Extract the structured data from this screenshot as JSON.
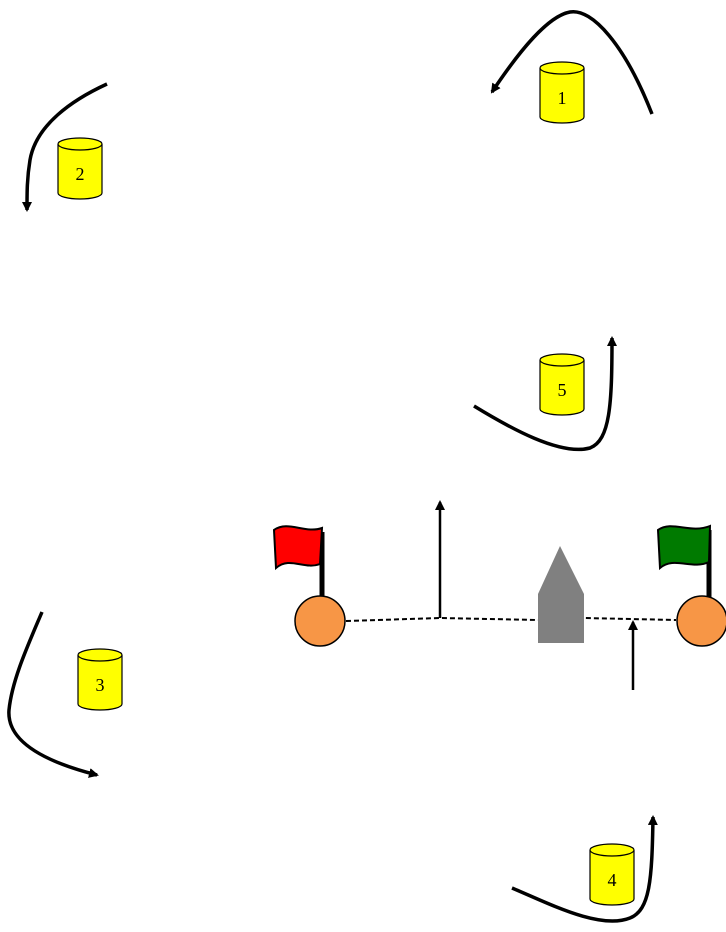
{
  "colors": {
    "buoy_fill": "#ffff00",
    "buoy_stroke": "#000000",
    "red_flag": "#ff0000",
    "green_flag": "#007a00",
    "start_mark_fill": "#f79646",
    "committee_boat_fill": "#808080",
    "line_color": "#000000"
  },
  "buoys": [
    {
      "id": "buoy-1",
      "label": "1"
    },
    {
      "id": "buoy-2",
      "label": "2"
    },
    {
      "id": "buoy-3",
      "label": "3"
    },
    {
      "id": "buoy-4",
      "label": "4"
    },
    {
      "id": "buoy-5",
      "label": "5"
    }
  ],
  "icons": {
    "port_flag": "red-flag-icon",
    "starboard_flag": "green-flag-icon",
    "start_marks": "orange-buoy-icon",
    "committee_boat": "boat-icon"
  }
}
